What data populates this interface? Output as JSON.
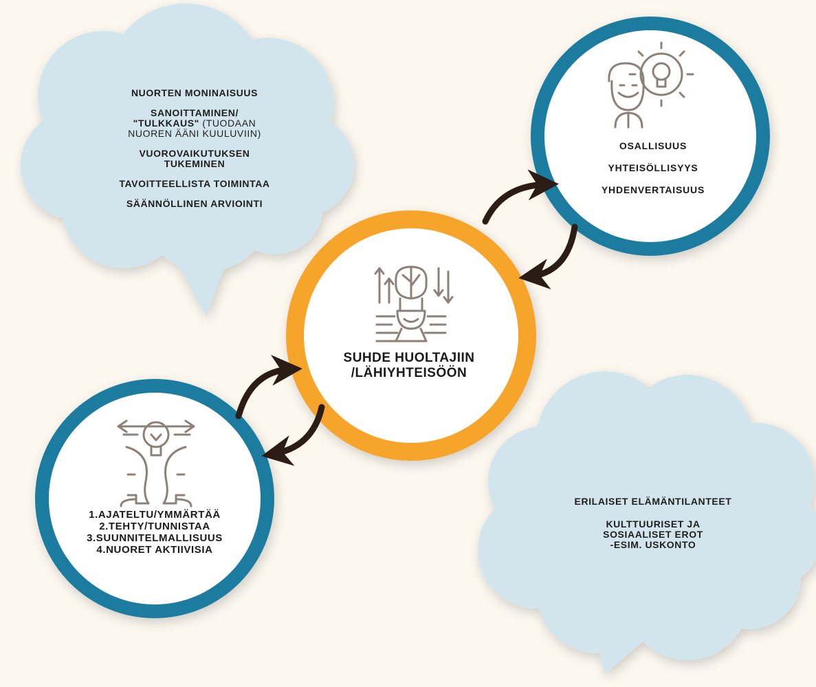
{
  "left_cloud": {
    "line1": "NUORTEN MONINAISUUS",
    "line2": "SANOITTAMINEN/",
    "line3_bold": "\"TULKKAUS\"",
    "line3_rest": " (TUODAAN",
    "line4": "NUOREN ÄÄNI KUULUVIIN)",
    "line5": "VUOROVAIKUTUKSEN",
    "line6": "TUKEMINEN",
    "line7": "TAVOITTEELLISTA TOIMINTAA",
    "line8": "SÄÄNNÖLLINEN ARVIOINTI"
  },
  "top_right_circle": {
    "items": [
      "OSALLISUUS",
      "YHTEISÖLLISYYS",
      "YHDENVERTAISUUS"
    ],
    "icon": "person-idea-gear-icon"
  },
  "center_circle": {
    "line1": "SUHDE HUOLTAJIIN",
    "line2": "/LÄHIYHTEISÖÖN",
    "icon": "meditating-brain-icon"
  },
  "bottom_left_circle": {
    "items": [
      "1.AJATELTU/YMMÄRTÄÄ",
      "2.TEHTY/TUNNISTAA",
      "3.SUUNNITELMALLISUUS",
      "4.NUORET AKTIIVISIA"
    ],
    "icon": "two-heads-lightbulb-icon"
  },
  "right_cloud": {
    "line1": "ERILAISET ELÄMÄNTILANTEET",
    "line2": "KULTTUURISET JA",
    "line3": "SOSIAALISET EROT",
    "line4": "-ESIM. USKONTO"
  },
  "colors": {
    "background": "#fcf8f0",
    "cloud": "#d3e5ec",
    "teal_ring": "#1b7ca0",
    "orange_ring": "#f6a429",
    "arrow": "#2b1c15",
    "icon": "#8c8079"
  }
}
